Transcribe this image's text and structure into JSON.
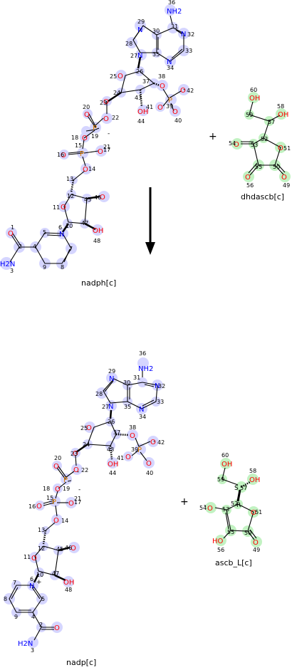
{
  "reactants": [
    {
      "name": "nadph[c]"
    },
    {
      "name": "dhdascb[c]"
    }
  ],
  "products": [
    {
      "name": "nadp[c]"
    },
    {
      "name": "ascb_L[c]"
    }
  ],
  "plus_sign": "+",
  "colors": {
    "highlight_blue": "#c8c8ff",
    "highlight_green": "#b4f0b4",
    "oxygen": "#ff0000",
    "nitrogen": "#0000ff",
    "phosphorus": "#e08000",
    "bond": "#000000"
  },
  "atom_labels": {
    "O": "O",
    "OH": "OH",
    "HO": "HO",
    "N": "N",
    "P": "P",
    "NH2": "NH2",
    "H2N": "H2N",
    "minus": "-",
    "plus": "+",
    "S": "S",
    "R": "R"
  }
}
